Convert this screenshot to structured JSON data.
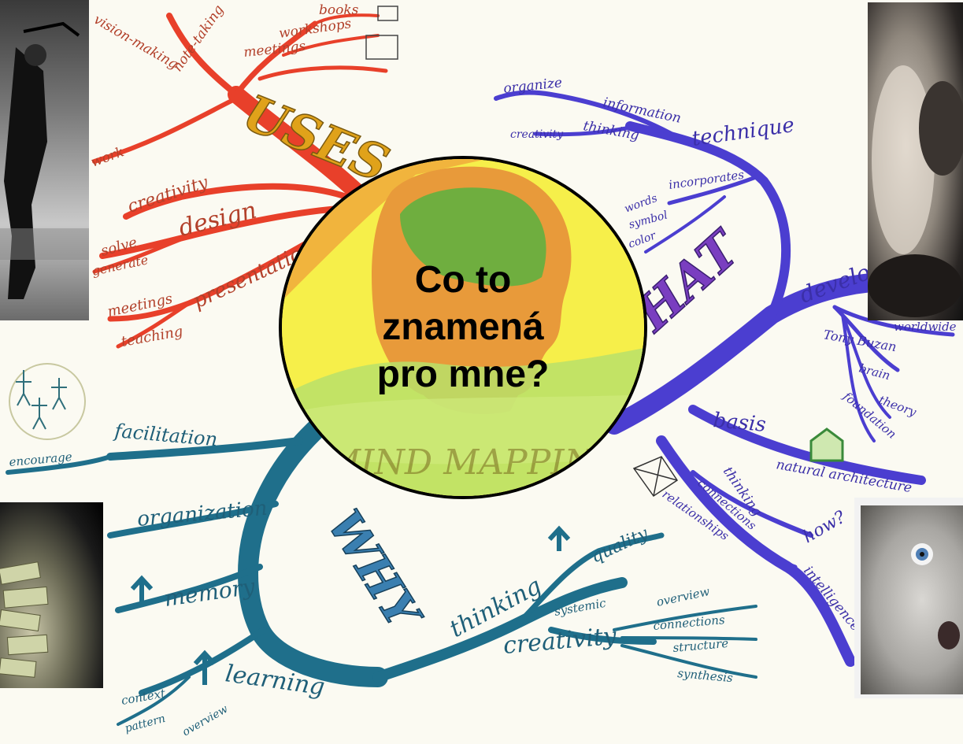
{
  "center": {
    "line1": "Co to",
    "line2": "znamená",
    "line3": "pro mne?"
  },
  "mindmap": {
    "title": "MIND MAPPING",
    "uses": {
      "label": "USES",
      "items": [
        "books",
        "workshops",
        "meetings",
        "note-taking",
        "vision-making",
        "work",
        "creativity",
        "design",
        "solve",
        "generate",
        "presentations",
        "meetings",
        "teaching"
      ]
    },
    "what": {
      "label": "WHAT",
      "items": [
        "organize",
        "information",
        "creativity",
        "thinking",
        "technique",
        "incorporates",
        "words",
        "symbol",
        "color",
        "develop",
        "worldwide",
        "Tony Buzan",
        "brain",
        "theory",
        "foundation",
        "basis",
        "natural architecture",
        "thinking",
        "connections",
        "relationships",
        "how?",
        "intelligence"
      ]
    },
    "why": {
      "label": "WHY",
      "items": [
        "facilitation",
        "encourage",
        "organization",
        "memory",
        "learning",
        "context",
        "pattern",
        "overview",
        "thinking",
        "quality",
        "systemic",
        "creativity",
        "overview",
        "connections",
        "structure",
        "synthesis"
      ]
    }
  },
  "colors": {
    "uses": "#e8402a",
    "uses_label": "#e0a21a",
    "what": "#4b3ed0",
    "why": "#1f6f8b",
    "circle": "#f6ef4a",
    "head": "#e89a3a",
    "brain": "#6fae3f"
  },
  "icons": [
    "golfer-photo",
    "couple-photo",
    "money-photo",
    "baby-photo",
    "stick-figures-icon",
    "house-icon",
    "web-icon",
    "arrow-up-icon"
  ]
}
